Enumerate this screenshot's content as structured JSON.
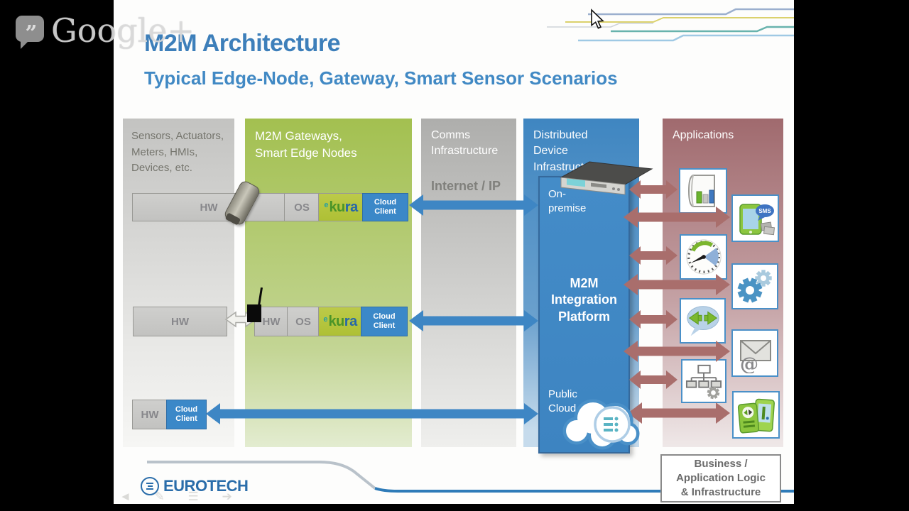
{
  "watermark": {
    "brand": "Google+",
    "quotes": "’’"
  },
  "header": {
    "title": "M2M Architecture",
    "subtitle": "Typical Edge-Node, Gateway, Smart Sensor Scenarios"
  },
  "columns": {
    "sensors": {
      "label": "Sensors, Actuators,\nMeters, HMIs,\nDevices, etc."
    },
    "gateways": {
      "label": "M2M Gateways,\nSmart Edge Nodes"
    },
    "comms": {
      "label": "Comms\nInfrastructure",
      "sublabel": "Internet / IP"
    },
    "ddi": {
      "label": "Distributed\nDevice\nInfrastructure",
      "on_premise": "On-\npremise",
      "platform": "M2M\nIntegration\nPlatform",
      "public_cloud": "Public\nCloud"
    },
    "applications": {
      "label": "Applications"
    }
  },
  "stack": {
    "hw": "HW",
    "os": "OS",
    "kura_e": "e",
    "kura_part1": "ku",
    "kura_part2": "ra",
    "cloud_client": "Cloud\nClient"
  },
  "app_icons": [
    "report-chart-icon",
    "sms-phone-icon",
    "gauge-icon",
    "gears-icon",
    "chat-sync-icon",
    "email-icon",
    "org-chart-icon",
    "mobile-apps-icon"
  ],
  "sms_label": "SMS",
  "email_at": "@",
  "footer": {
    "logo": "EUROTECH",
    "business_box": "Business  /\nApplication  Logic\n& Infrastructure"
  },
  "colors": {
    "title_blue": "#3d7fba",
    "accent_blue": "#3e86c4",
    "column_green": "#a3c050",
    "kura_green": "#b3c43c",
    "maroon_arrow": "#a96e6c",
    "apps_maroon": "#a06a6e",
    "cloud_client_blue": "#3b88c8"
  }
}
